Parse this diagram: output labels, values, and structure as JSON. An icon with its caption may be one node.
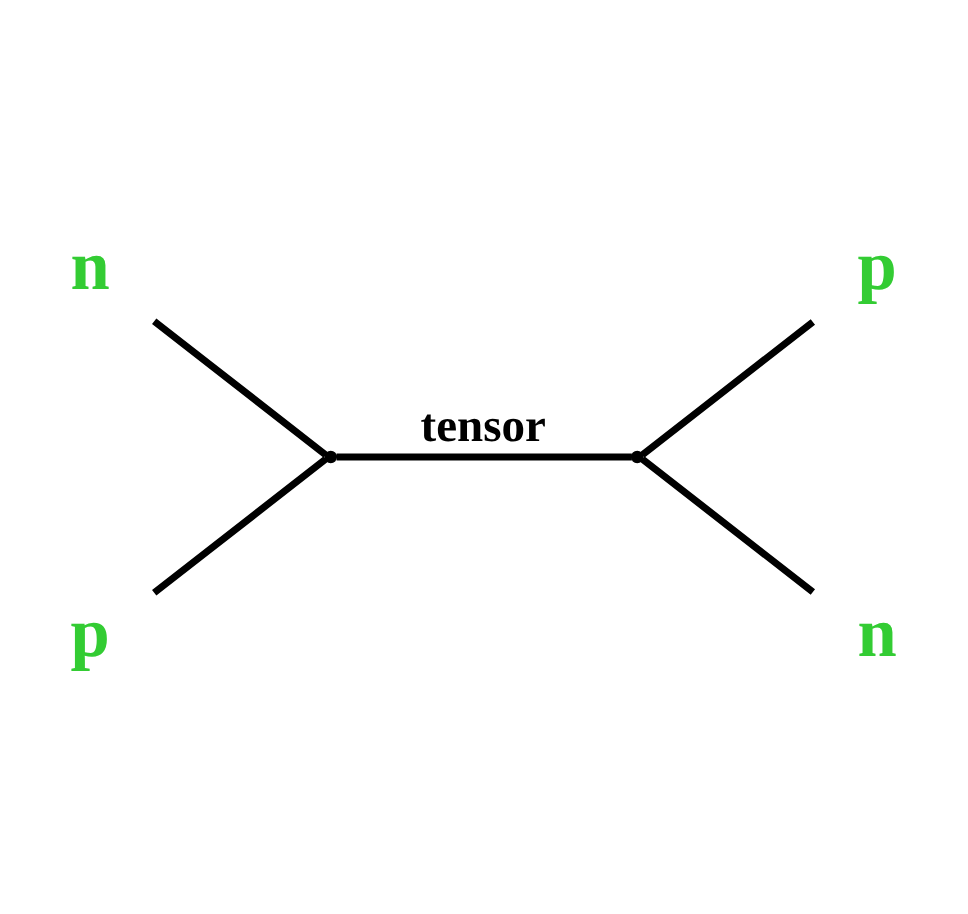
{
  "diagram": {
    "nodes": [
      {
        "text": [
          "n"
        ]
      },
      {
        "text": [
          "p"
        ]
      },
      {
        "text": [],
        "shape": "point"
      },
      {
        "text": [],
        "shape": "point"
      },
      {
        "text": [
          "p"
        ]
      },
      {
        "text": [
          "n"
        ]
      }
    ],
    "edges": [
      {
        "from": 0,
        "to": 2,
        "arrow": "none"
      },
      {
        "from": 4,
        "to": 2,
        "arrow": "none"
      },
      {
        "from": 2,
        "to": 3,
        "arrow": "none",
        "label": "tensor"
      },
      {
        "from": 3,
        "to": 1,
        "arrow": "none"
      },
      {
        "from": 3,
        "to": 5,
        "arrow": "none"
      }
    ]
  }
}
